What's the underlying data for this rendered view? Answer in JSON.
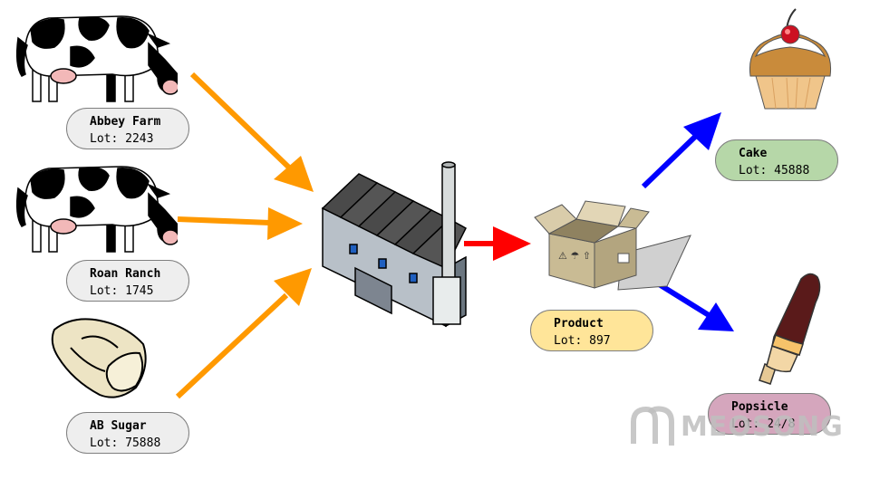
{
  "sources": [
    {
      "name": "Abbey Farm",
      "lot": "Lot: 2243",
      "fill": "#eeeeee",
      "icon": "cow-icon"
    },
    {
      "name": "Roan Ranch",
      "lot": "Lot: 1745",
      "fill": "#eeeeee",
      "icon": "cow-icon"
    },
    {
      "name": "AB Sugar",
      "lot": "Lot: 75888",
      "fill": "#eeeeee",
      "icon": "sugar-sack-icon"
    }
  ],
  "product": {
    "name": "Product",
    "lot": "Lot: 897",
    "fill": "#ffe599",
    "icon": "cardboard-box-icon"
  },
  "outputs": [
    {
      "name": "Cake",
      "lot": "Lot: 45888",
      "fill": "#b6d7a8",
      "icon": "cupcake-icon"
    },
    {
      "name": "Popsicle",
      "lot": "Lot: 24/8",
      "fill": "#d5a6bd",
      "icon": "popsicle-icon"
    }
  ],
  "factory": {
    "icon": "factory-icon"
  },
  "colors": {
    "input_arrow": "#ff9900",
    "product_arrow": "#ff0000",
    "output_arrow": "#0000ff"
  },
  "watermark": {
    "text": "MEOSONG",
    "icon": "watermark-logo-icon"
  }
}
